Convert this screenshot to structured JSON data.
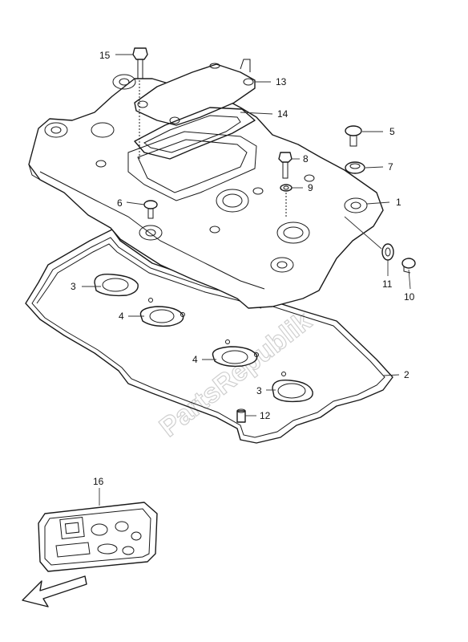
{
  "watermark": "PartsRepublik",
  "labels": {
    "p1": "1",
    "p2": "2",
    "p3a": "3",
    "p3b": "3",
    "p4a": "4",
    "p4b": "4",
    "p5": "5",
    "p6": "6",
    "p7": "7",
    "p8": "8",
    "p9": "9",
    "p10": "10",
    "p11": "11",
    "p12": "12",
    "p13": "13",
    "p14": "14",
    "p15": "15",
    "p16": "16"
  },
  "icons": {
    "direction_arrow": "front-direction-arrow-icon"
  }
}
